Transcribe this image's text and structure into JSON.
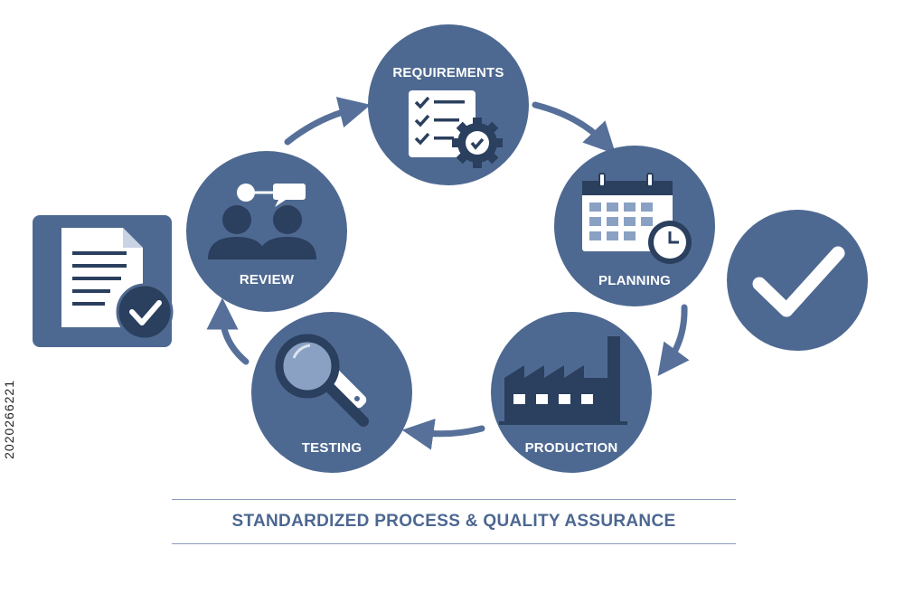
{
  "diagram": {
    "title": "STANDARDIZED PROCESS & QUALITY ASSURANCE",
    "stages": [
      {
        "label": "REQUIREMENTS",
        "icon": "checklist-gear-icon"
      },
      {
        "label": "PLANNING",
        "icon": "calendar-clock-icon"
      },
      {
        "label": "PRODUCTION",
        "icon": "factory-icon"
      },
      {
        "label": "TESTING",
        "icon": "magnifier-wrench-icon"
      },
      {
        "label": "REVIEW",
        "icon": "people-discussion-icon"
      }
    ],
    "side_icons": [
      {
        "icon": "approved-document-icon"
      },
      {
        "icon": "checkmark-icon"
      }
    ],
    "stock_id": "2020266221"
  },
  "colors": {
    "primary": "#4e6991",
    "dark": "#2b3f5e",
    "light": "#ffffff",
    "accent": "#8aa1c4",
    "arrow": "#56709a"
  }
}
